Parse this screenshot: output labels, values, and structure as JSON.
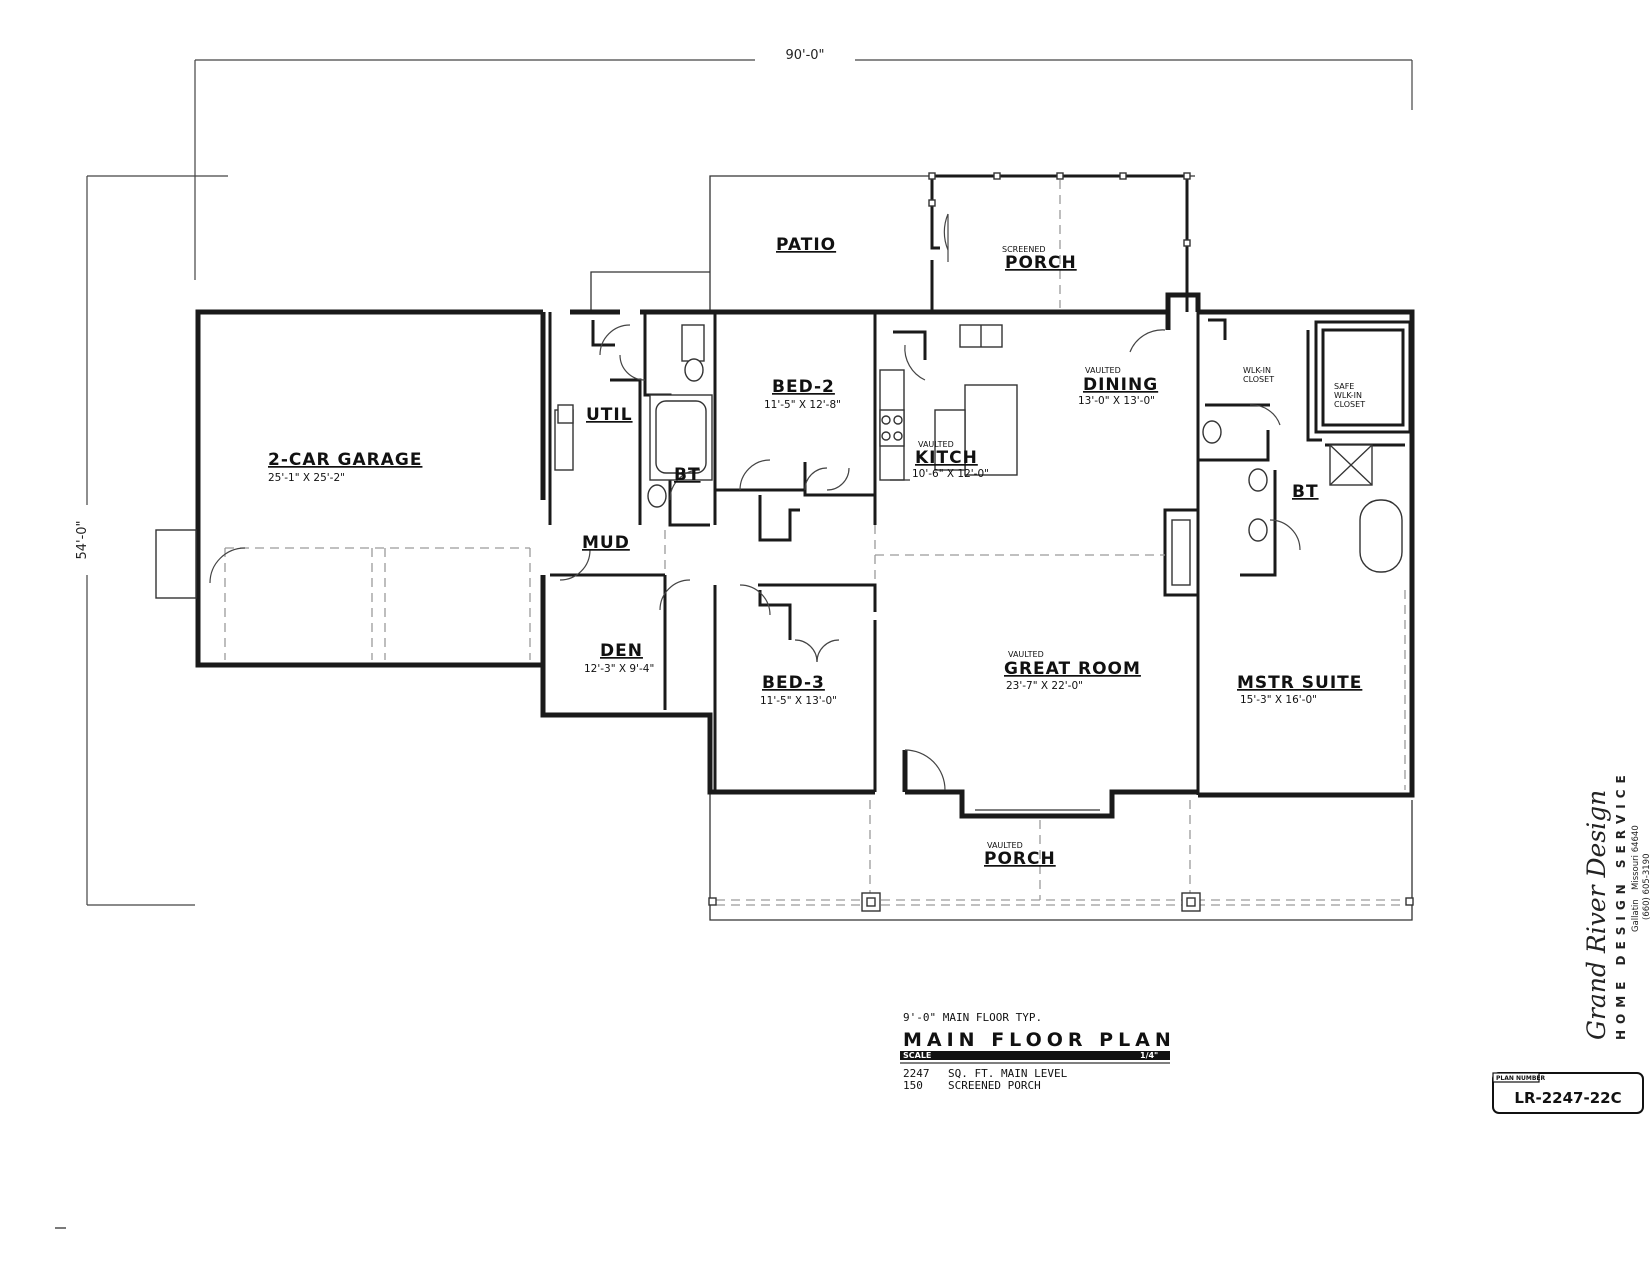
{
  "dimensions": {
    "overall_width": "90'-0\"",
    "overall_depth": "54'-0\""
  },
  "rooms": {
    "garage": {
      "name": "2-CAR GARAGE",
      "size": "25'-1\" X 25'-2\""
    },
    "util": {
      "name": "UTIL"
    },
    "mud": {
      "name": "MUD"
    },
    "bath_hall": {
      "name": "BT"
    },
    "bed2": {
      "name": "BED-2",
      "size": "11'-5\" X 12'-8\""
    },
    "patio": {
      "name": "PATIO"
    },
    "screened_porch": {
      "note": "SCREENED",
      "name": "PORCH"
    },
    "dining": {
      "note": "VAULTED",
      "name": "DINING",
      "size": "13'-0\" X 13'-0\""
    },
    "kitchen": {
      "note": "VAULTED",
      "name": "KITCH",
      "size": "10'-6\" X 12'-0\""
    },
    "walk_in_closet": {
      "line1": "WLK-IN",
      "line2": "CLOSET"
    },
    "safe_closet": {
      "line1": "SAFE",
      "line2": "WLK-IN",
      "line3": "CLOSET"
    },
    "bath_master": {
      "name": "BT"
    },
    "den": {
      "name": "DEN",
      "size": "12'-3\" X 9'-4\""
    },
    "bed3": {
      "name": "BED-3",
      "size": "11'-5\" X 13'-0\""
    },
    "great_room": {
      "note": "VAULTED",
      "name": "GREAT ROOM",
      "size": "23'-7\" X 22'-0\""
    },
    "master_suite": {
      "name": "MSTR SUITE",
      "size": "15'-3\" X 16'-0\""
    },
    "front_porch": {
      "note": "VAULTED",
      "name": "PORCH"
    }
  },
  "title_block": {
    "ceiling_note": "9'-0\" MAIN FLOOR TYP.",
    "title": "MAIN FLOOR PLAN",
    "scale_label": "SCALE",
    "scale_value": "1/4\"",
    "area_lines": [
      {
        "value": "2247",
        "label": "SQ. FT. MAIN LEVEL"
      },
      {
        "value": "150",
        "label": "SCREENED PORCH"
      }
    ]
  },
  "branding": {
    "company": "Grand River Design",
    "tagline": "HOME DESIGN SERVICE",
    "city": "Gallatin",
    "state_zip": "Missouri 64640",
    "phone": "(660) 605-3190"
  },
  "plan_number": {
    "label": "PLAN NUMBER",
    "value": "LR-2247-22C"
  }
}
